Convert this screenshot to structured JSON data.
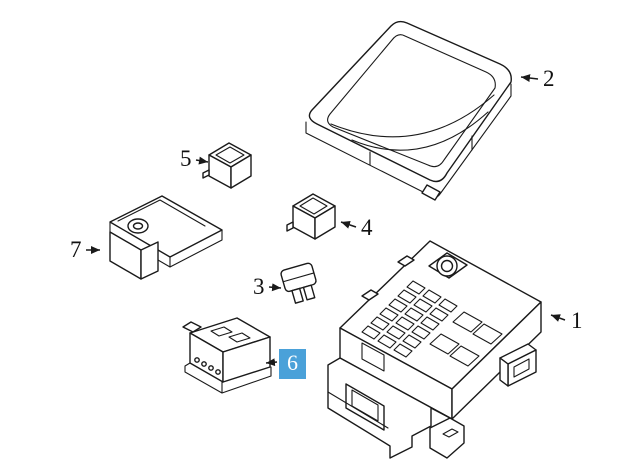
{
  "diagram": {
    "background": "#ffffff",
    "colors": {
      "line": "#1a1a1a",
      "highlight": "#4aa1d9",
      "highlight_text": "#ffffff",
      "label_text": "#111111"
    },
    "callouts": {
      "1": {
        "label": "1",
        "highlighted": false
      },
      "2": {
        "label": "2",
        "highlighted": false
      },
      "3": {
        "label": "3",
        "highlighted": false
      },
      "4": {
        "label": "4",
        "highlighted": false
      },
      "5": {
        "label": "5",
        "highlighted": false
      },
      "6": {
        "label": "6",
        "highlighted": true
      },
      "7": {
        "label": "7",
        "highlighted": false
      }
    }
  }
}
